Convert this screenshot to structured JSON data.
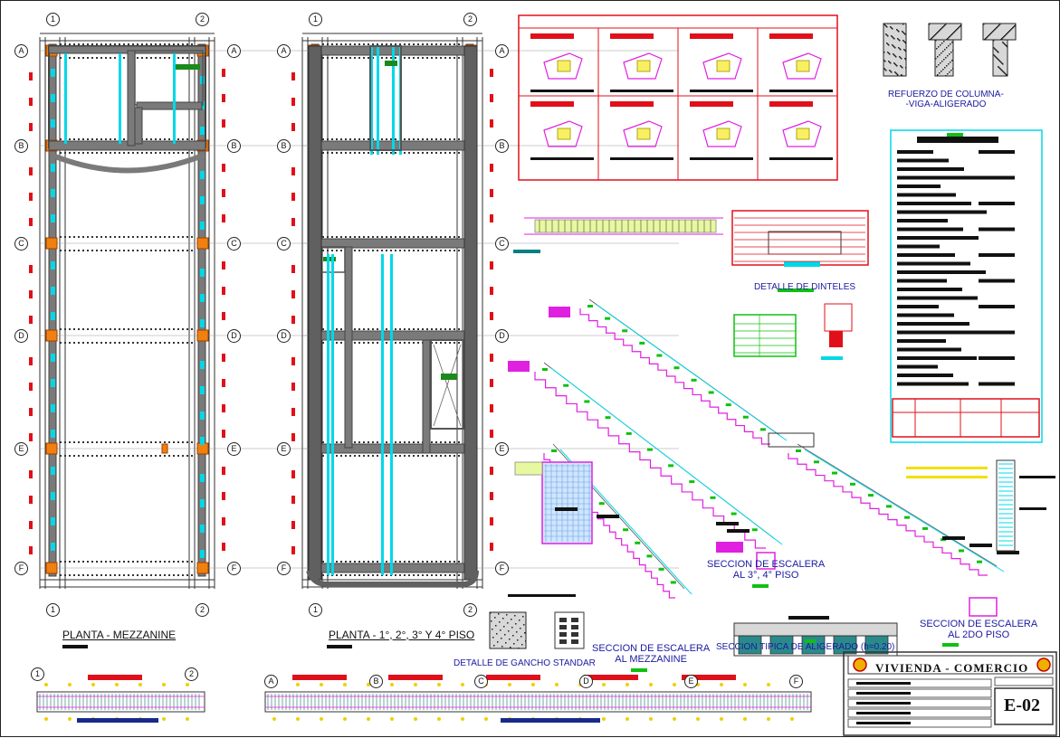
{
  "plans": {
    "mezzanine_title": "PLANTA - MEZZANINE",
    "floors_title": "PLANTA - 1°, 2°, 3° Y 4° PISO",
    "axis_numbers": [
      "1",
      "2"
    ],
    "axis_letters": [
      "A",
      "B",
      "C",
      "D",
      "E",
      "F"
    ]
  },
  "details": {
    "column_beam": "REFUERZO DE COLUMNA-\n-VIGA-ALIGERADO",
    "dinteles": "DETALLE DE DINTELES",
    "stair_3_4": "SECCION DE ESCALERA\nAL 3°, 4° PISO",
    "stair_mezz": "SECCION DE ESCALERA\nAL MEZZANINE",
    "stair_2": "SECCION DE ESCALERA\nAL 2DO PISO",
    "aligerado": "SECCION TIPICA DE ALIGERADO (h=0.20)",
    "gancho": "DETALLE DE GANCHO STANDAR"
  },
  "title_block": {
    "project": "VIVIENDA - COMERCIO",
    "sheet": "E-02"
  },
  "colors": {
    "wall": "#7a7a7a",
    "rebar_cyan": "#00d8e8",
    "red_tag": "#e0101a",
    "magenta": "#e020e0",
    "blue_text": "#1a1aa0",
    "green_tag": "#10c010"
  }
}
